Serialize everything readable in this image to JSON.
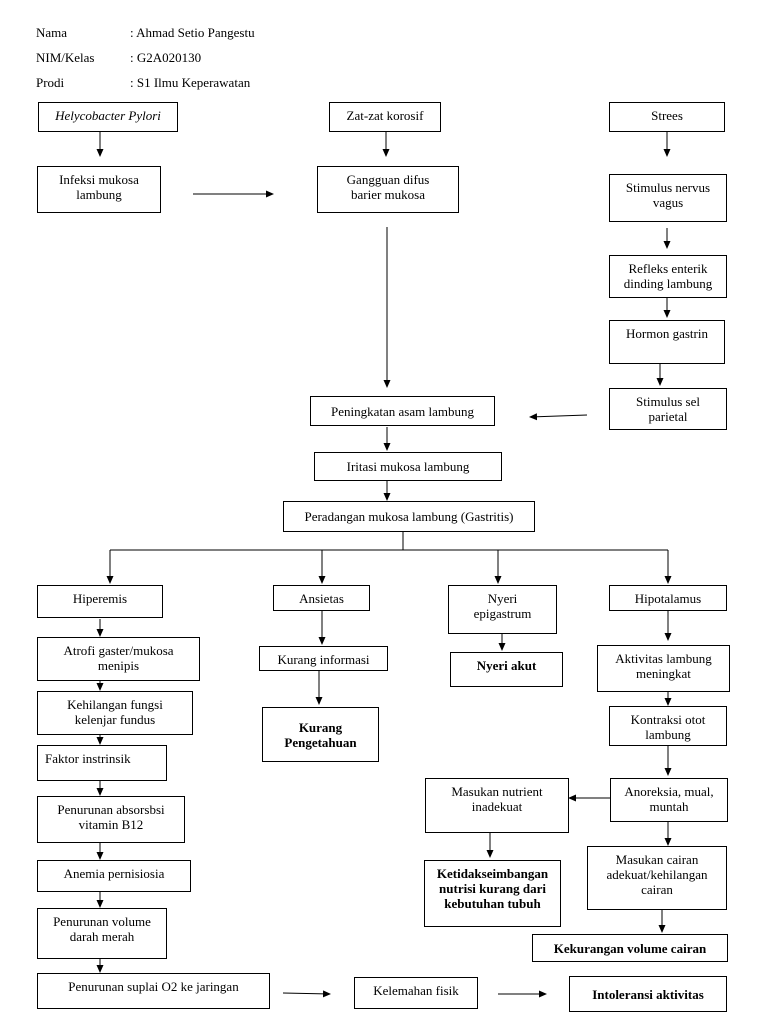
{
  "header": {
    "name_label": "Nama",
    "name_value": ": Ahmad Setio Pangestu",
    "nim_label": "NIM/Kelas",
    "nim_value": ": G2A020130",
    "prodi_label": "Prodi",
    "prodi_value": ": S1 Ilmu Keperawatan"
  },
  "nodes": {
    "h_pylori": "Helycobacter Pylori",
    "zat_korosif": "Zat-zat korosif",
    "strees": "Strees",
    "infeksi": "Infeksi mukosa\nlambung",
    "gangguan": "Gangguan difus\nbarier mukosa",
    "stim_vagus": "Stimulus nervus\nvagus",
    "refleks": "Refleks enterik\ndinding lambung",
    "gastrin": "Hormon gastrin",
    "parietal": "Stimulus sel\nparietal",
    "asam": "Peningkatan asam lambung",
    "iritasi": "Iritasi mukosa lambung",
    "gastritis": "Peradangan mukosa lambung (Gastritis)",
    "hiperemis": "Hiperemis",
    "ansietas": "Ansietas",
    "nyeri_epi": "Nyeri\nepigastrum",
    "hipotalamus": "Hipotalamus",
    "atrofi": "Atrofi gaster/mukosa\nmenipis",
    "kurang_info": "Kurang informasi",
    "nyeri_akut": "Nyeri akut",
    "aktivitas": "Aktivitas lambung\nmeningkat",
    "kehilangan": "Kehilangan fungsi\nkelenjar fundus",
    "kurang_peng": "Kurang\nPengetahuan",
    "kontraksi": "Kontraksi otot\nlambung",
    "faktor": "Faktor instrinsik",
    "penurunan_abs": "Penurunan absorsbsi\nvitamin B12",
    "masukan_nut": "Masukan nutrient\ninadekuat",
    "anoreksia": "Anoreksia, mual,\nmuntah",
    "anemia": "Anemia pernisiosia",
    "ketidak": "Ketidakseimbangan\nnutrisi kurang dari\nkebutuhan tubuh",
    "masukan_cair": "Masukan cairan\nadekuat/kehilangan\ncairan",
    "penurunan_vol": "Penurunan volume\ndarah merah",
    "kekurangan": "Kekurangan volume cairan",
    "suplai": "Penurunan suplai O2 ke jaringan",
    "kelemahan": "Kelemahan fisik",
    "intoleransi": "Intoleransi aktivitas"
  }
}
